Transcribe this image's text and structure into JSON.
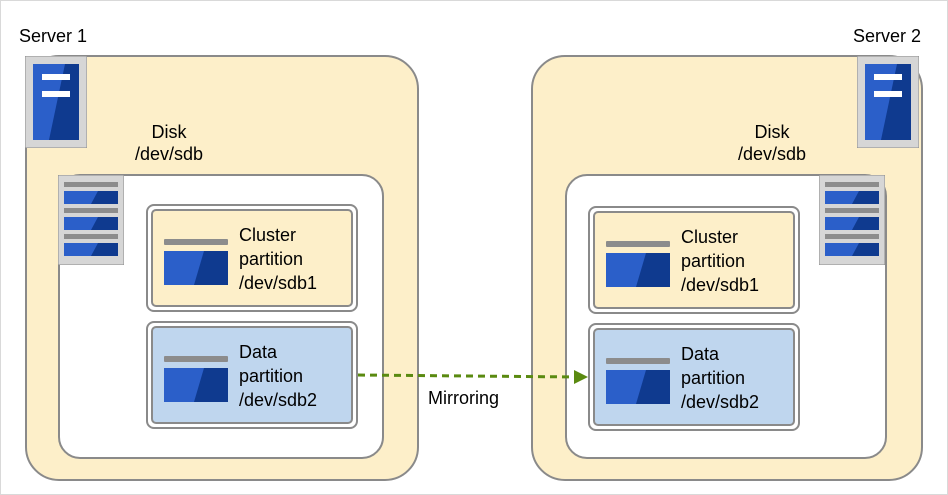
{
  "servers": [
    {
      "label": "Server 1",
      "disk": {
        "name": "Disk",
        "device": "/dev/sdb"
      },
      "partitions": [
        {
          "line1": "Cluster",
          "line2": "partition",
          "line3": "/dev/sdb1",
          "kind": "cluster"
        },
        {
          "line1": "Data",
          "line2": "partition",
          "line3": "/dev/sdb2",
          "kind": "data"
        }
      ]
    },
    {
      "label": "Server 2",
      "disk": {
        "name": "Disk",
        "device": "/dev/sdb"
      },
      "partitions": [
        {
          "line1": "Cluster",
          "line2": "partition",
          "line3": "/dev/sdb1",
          "kind": "cluster"
        },
        {
          "line1": "Data",
          "line2": "partition",
          "line3": "/dev/sdb2",
          "kind": "data"
        }
      ]
    }
  ],
  "mirroring": {
    "label": "Mirroring"
  },
  "icons": {
    "server": "server-icon",
    "disk": "disk-stack-icon",
    "partition": "partition-icon"
  },
  "colors": {
    "server_fill": "#fdefc9",
    "data_partition_fill": "#bfd6ee",
    "icon_blue": "#2b5fc9",
    "icon_dark_blue": "#0f3a8f",
    "arrow": "#5a8a10",
    "border": "#8a8a8a"
  }
}
